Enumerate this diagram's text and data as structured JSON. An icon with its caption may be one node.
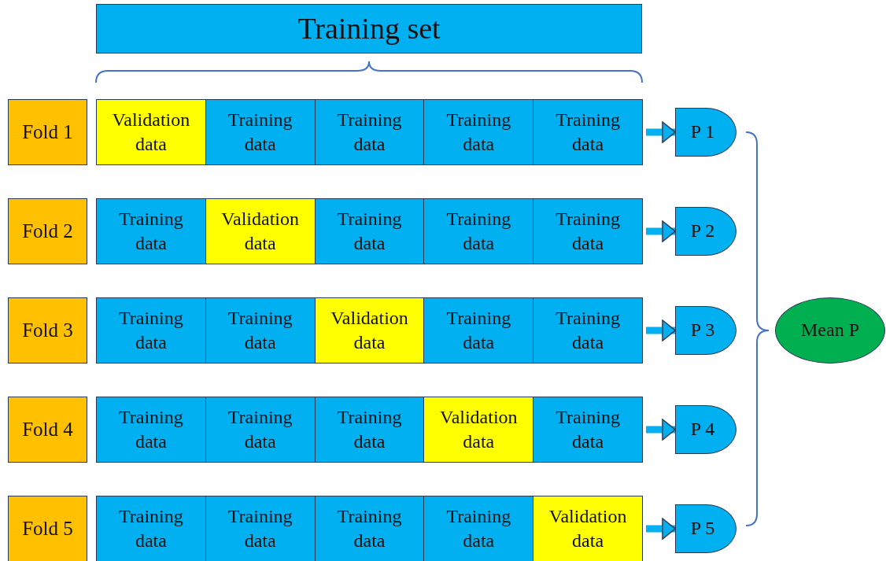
{
  "diagram": {
    "nodes": [
      {
        "text": [
          "Training set"
        ]
      },
      {
        "text": [
          "Fold 1"
        ]
      },
      {
        "text": [
          "Validation data"
        ]
      },
      {
        "text": [
          "Training data"
        ]
      },
      {
        "text": [
          "Training data"
        ]
      },
      {
        "text": [
          "Training data"
        ]
      },
      {
        "text": [
          "Training data"
        ]
      },
      {
        "text": [
          "P 1"
        ]
      },
      {
        "text": [
          "Fold 2"
        ]
      },
      {
        "text": [
          "Training data"
        ]
      },
      {
        "text": [
          "Validation data"
        ]
      },
      {
        "text": [
          "Training data"
        ]
      },
      {
        "text": [
          "Training data"
        ]
      },
      {
        "text": [
          "Training data"
        ]
      },
      {
        "text": [
          "P 2"
        ]
      },
      {
        "text": [
          "Fold 3"
        ]
      },
      {
        "text": [
          "Training data"
        ]
      },
      {
        "text": [
          "Training data"
        ]
      },
      {
        "text": [
          "Validation data"
        ]
      },
      {
        "text": [
          "Training data"
        ]
      },
      {
        "text": [
          "Training data"
        ]
      },
      {
        "text": [
          "P 3"
        ]
      },
      {
        "text": [
          "Fold 4"
        ]
      },
      {
        "text": [
          "Training data"
        ]
      },
      {
        "text": [
          "Training data"
        ]
      },
      {
        "text": [
          "Training data"
        ]
      },
      {
        "text": [
          "Validation data"
        ]
      },
      {
        "text": [
          "Training data"
        ]
      },
      {
        "text": [
          "P 4"
        ]
      },
      {
        "text": [
          "Fold 5"
        ]
      },
      {
        "text": [
          "Training data"
        ]
      },
      {
        "text": [
          "Training data"
        ]
      },
      {
        "text": [
          "Training data"
        ]
      },
      {
        "text": [
          "Training data"
        ]
      },
      {
        "text": [
          "Validation data"
        ]
      },
      {
        "text": [
          "P 5"
        ]
      },
      {
        "text": [
          "Mean P"
        ]
      }
    ],
    "edges": [
      {
        "from": 6,
        "to": 7,
        "arrow": "to"
      },
      {
        "from": 13,
        "to": 14,
        "arrow": "to"
      },
      {
        "from": 20,
        "to": 21,
        "arrow": "to"
      },
      {
        "from": 27,
        "to": 28,
        "arrow": "to"
      },
      {
        "from": 34,
        "to": 35,
        "arrow": "to"
      }
    ]
  }
}
